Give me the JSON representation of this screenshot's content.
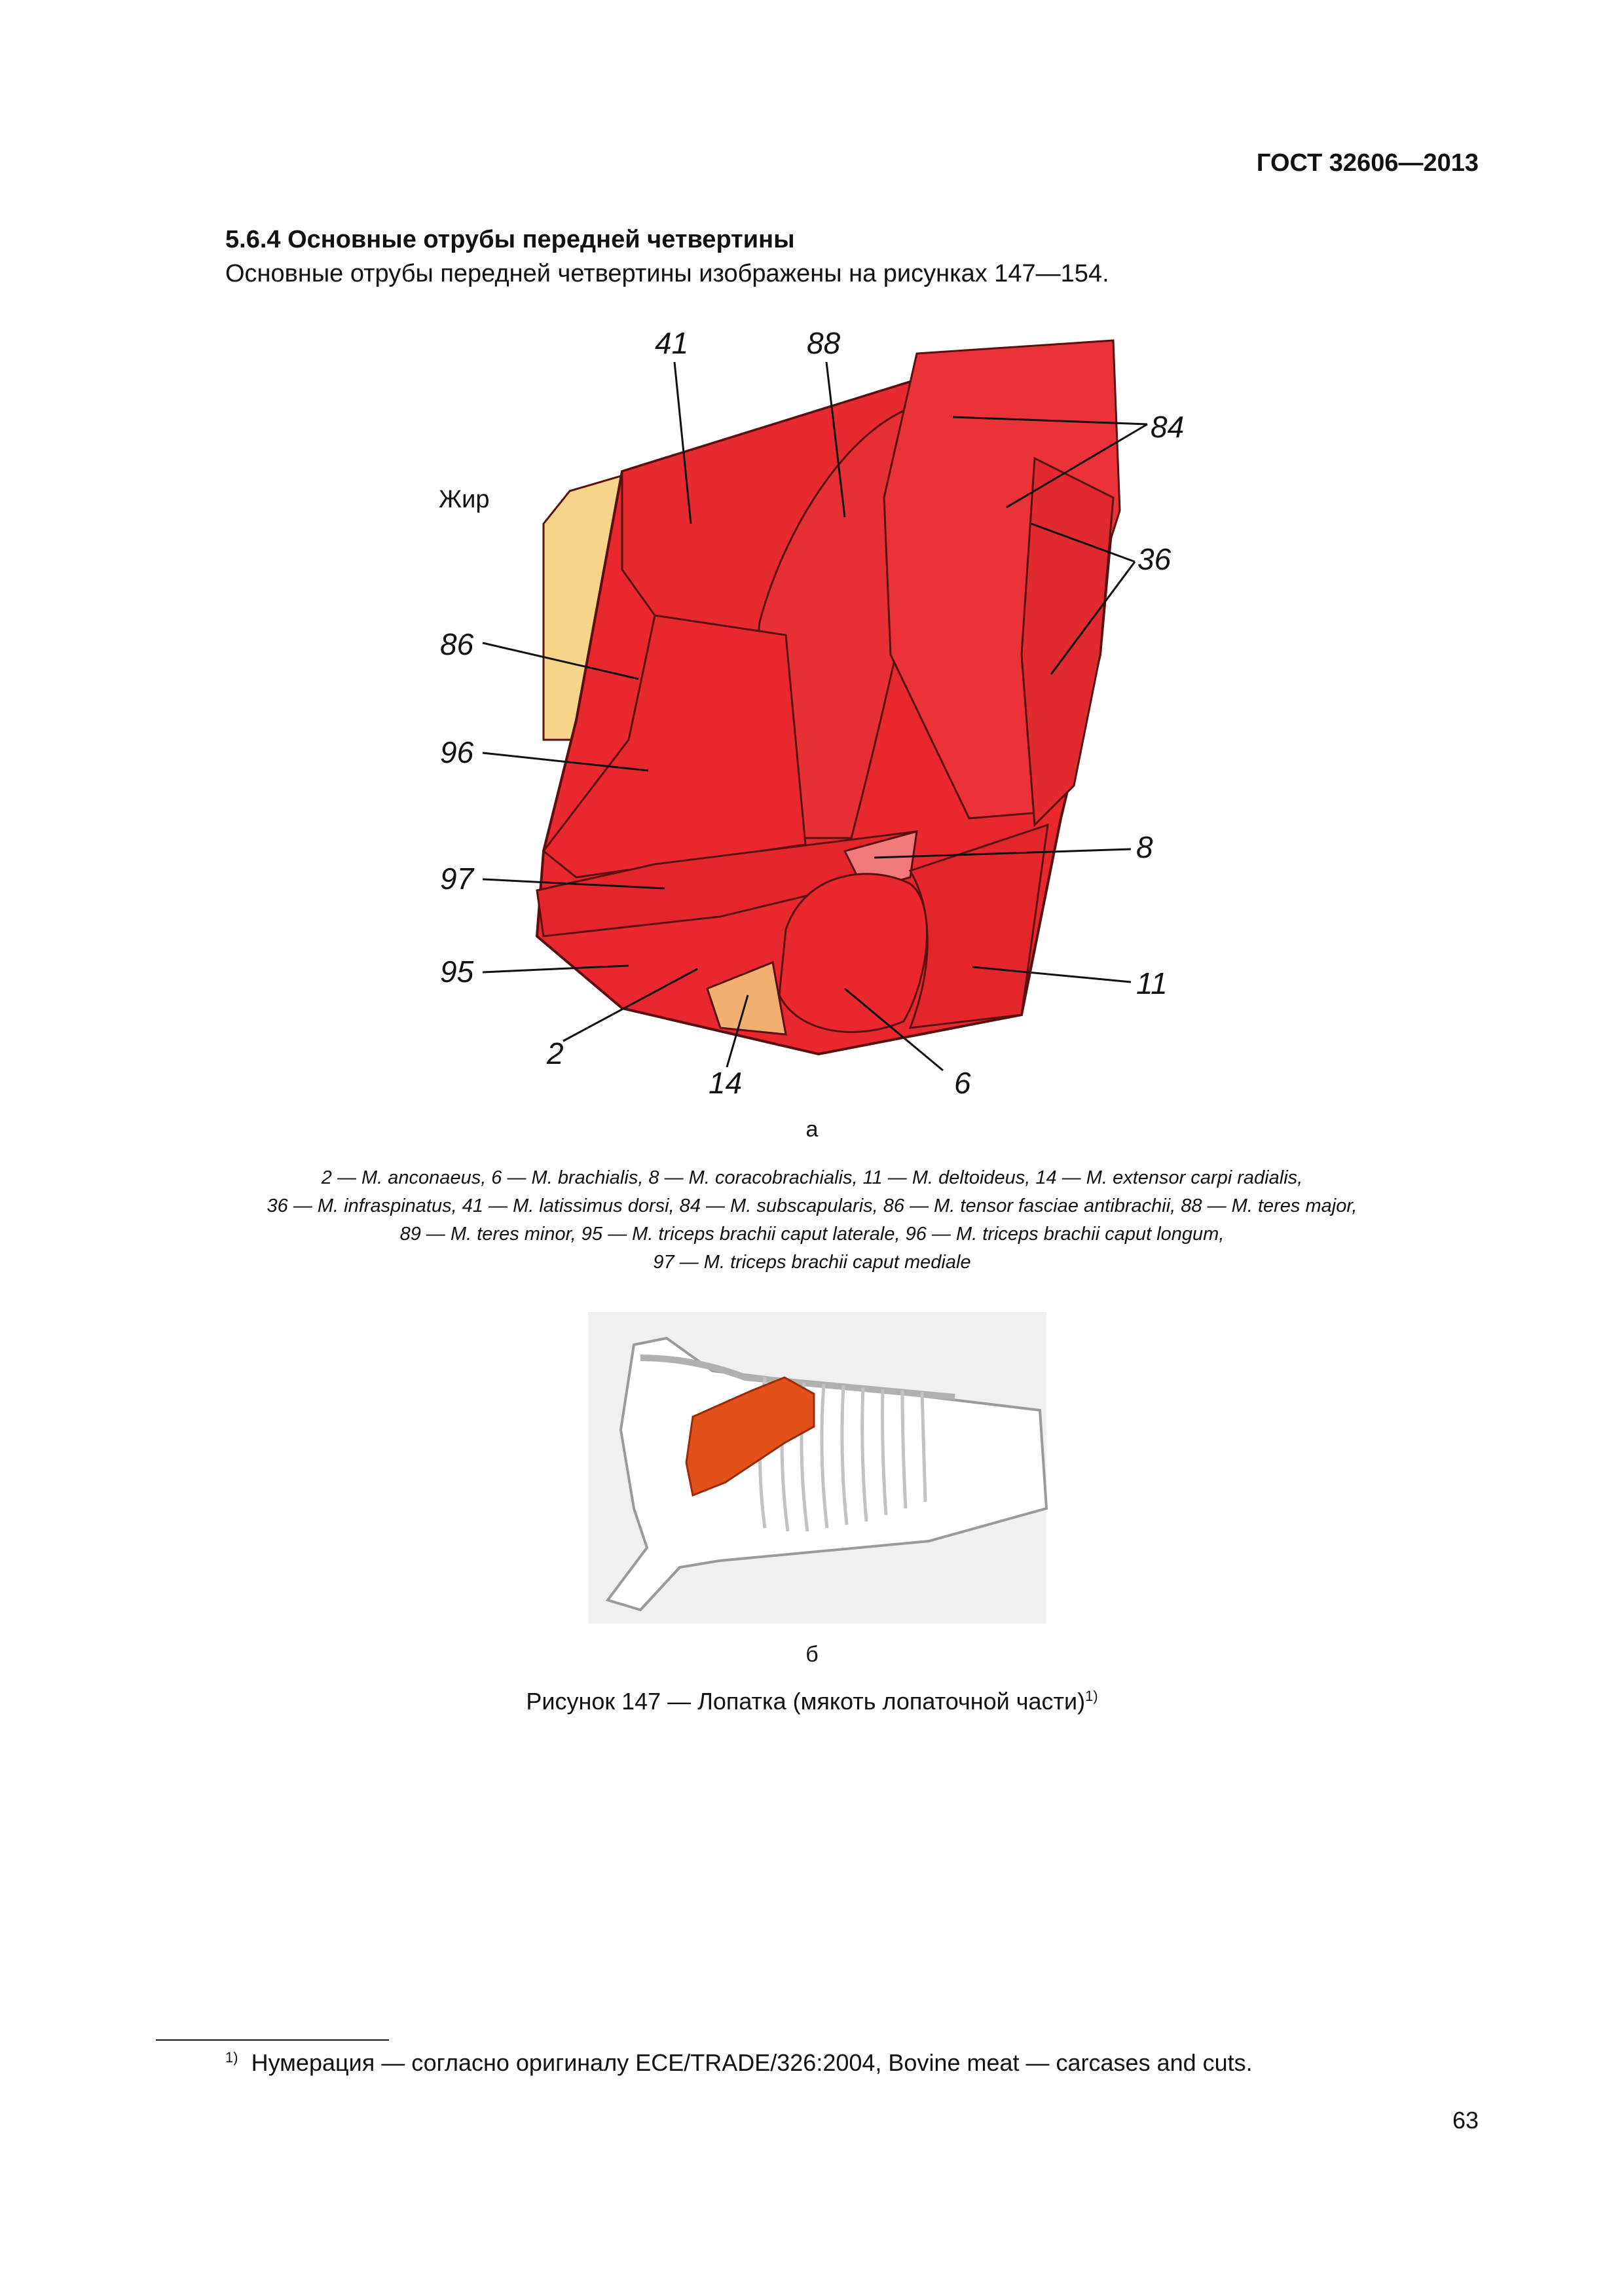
{
  "header": {
    "doc_code": "ГОСТ 32606—2013"
  },
  "section": {
    "title": "5.6.4 Основные отрубы передней четвертины",
    "intro": "Основные отрубы передней четвертины изображены на рисунках 147—154."
  },
  "figure_a": {
    "labels": {
      "n41": "41",
      "n88": "88",
      "n84": "84",
      "n36": "36",
      "fat": "Жир",
      "n86": "86",
      "n96": "96",
      "n97": "97",
      "n95": "95",
      "n8": "8",
      "n11": "11",
      "n2": "2",
      "n14": "14",
      "n6": "6"
    },
    "sublabel": "а",
    "legend": [
      "2 — M. anconaeus, 6 — M. brachialis, 8 — M. coracobrachialis, 11 — M. deltoideus, 14 — M. extensor carpi radialis,",
      "36 — M. infraspinatus, 41 — M. latissimus dorsi, 84 — M. subscapularis, 86 — M. tensor fasciae antibrachii, 88 — M. teres major,",
      "89 — M. teres minor, 95 — M. triceps brachii caput laterale, 96 — M. triceps brachii caput longum,",
      "97 — M. triceps brachii caput mediale"
    ]
  },
  "figure_b": {
    "sublabel": "б"
  },
  "caption": {
    "text": "Рисунок 147 — Лопатка (мякоть лопаточной части)",
    "sup": "1)"
  },
  "footnote": {
    "mark": "1)",
    "text": "Нумерация — согласно оригиналу ECE/TRADE/326:2004, Bovine meat — carcases and cuts."
  },
  "page_number": "63",
  "colors": {
    "muscle": "#e8282e",
    "muscle_outline": "#5a1010",
    "fat": "#f6d48a",
    "cut_highlight": "#e2501a",
    "skeleton_bg": "#f0f0f0"
  }
}
